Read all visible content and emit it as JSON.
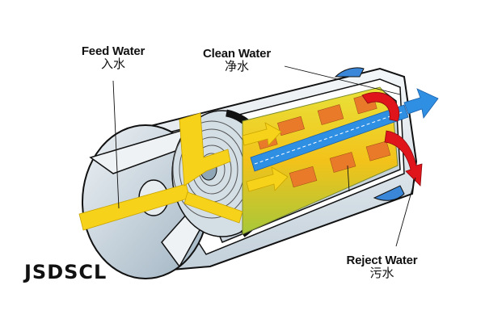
{
  "diagram": {
    "subject": "Reverse osmosis membrane element cutaway",
    "labels": {
      "feed": {
        "en": "Feed Water",
        "cn": "入水"
      },
      "clean": {
        "en": "Clean Water",
        "cn": "净水"
      },
      "reject": {
        "en": "Reject Water",
        "cn": "污水"
      }
    },
    "brand": "JSDSCL",
    "colors": {
      "feed_flow": "#f6d31a",
      "clean_flow": "#2f8fe3",
      "reject_flow": "#e0141b",
      "membrane_layers": "#e87a2a",
      "housing": "#c9d4dc",
      "outline": "#111111"
    }
  }
}
